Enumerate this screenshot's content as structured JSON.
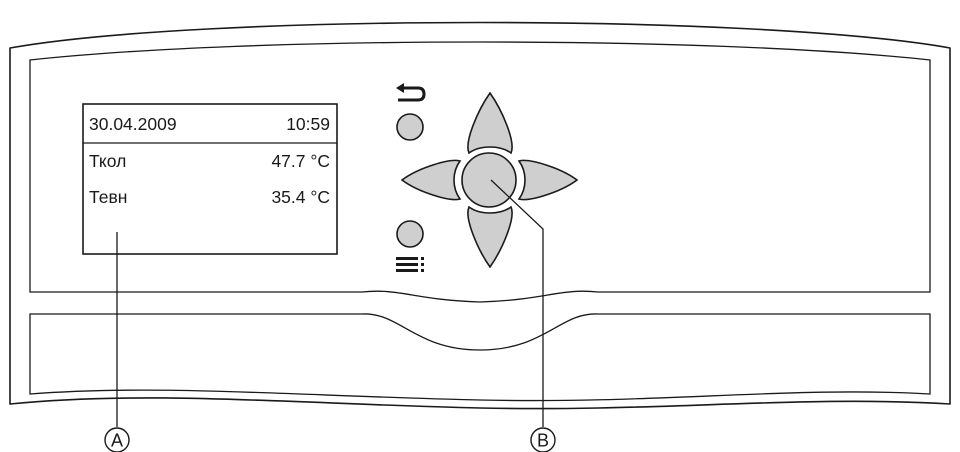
{
  "display": {
    "date": "30.04.2009",
    "time": "10:59",
    "rows": [
      {
        "label": "Ткол",
        "value": "47.7 °C"
      },
      {
        "label": "Тевн",
        "value": "35.4 °C"
      }
    ]
  },
  "buttons": {
    "back_icon": "back-arrow-icon",
    "menu_icon": "menu-icon"
  },
  "callouts": {
    "a": "A",
    "b": "B"
  }
}
